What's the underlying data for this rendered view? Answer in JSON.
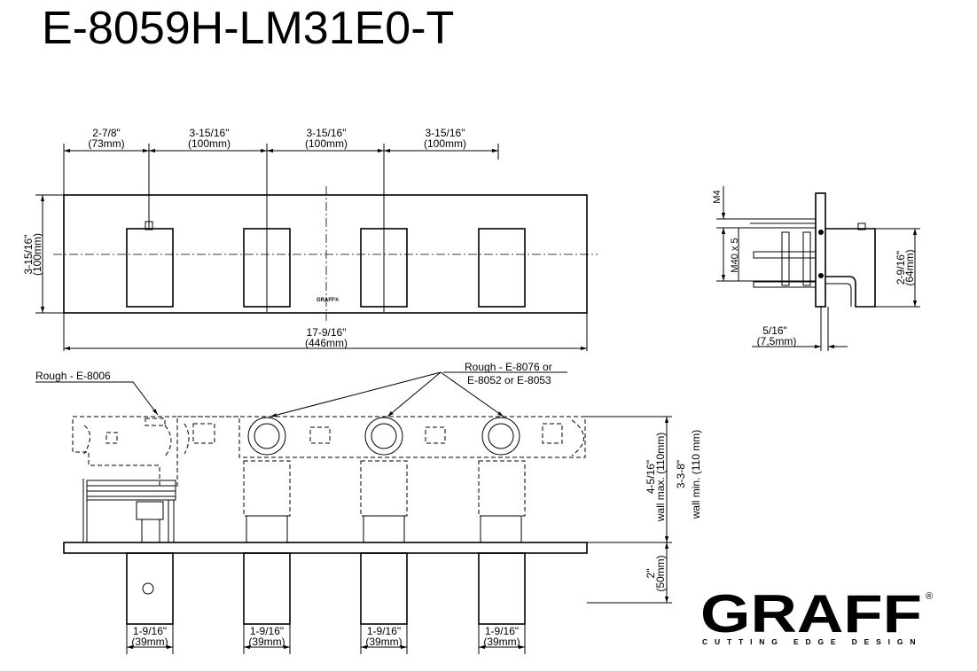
{
  "title": "E-8059H-LM31E0-T",
  "front": {
    "top_dims": [
      {
        "in": "2-7/8\"",
        "mm": "(73mm)"
      },
      {
        "in": "3-15/16\"",
        "mm": "(100mm)"
      },
      {
        "in": "3-15/16\"",
        "mm": "(100mm)"
      },
      {
        "in": "3-15/16\"",
        "mm": "(100mm)"
      }
    ],
    "height_in": "3-15/16\"",
    "height_mm": "(100mm)",
    "width_in": "17-9/16\"",
    "width_mm": "(446mm)",
    "plate_mark": "GRAFF®"
  },
  "side": {
    "m4": "M4",
    "m40": "M40 x 5",
    "depth_in": "2-9/16\"",
    "depth_mm": "(64mm)",
    "offset_in": "5/16\"",
    "offset_mm": "(7,5mm)"
  },
  "rough": {
    "label_left": "Rough - E-8006",
    "label_right_1": "Rough - E-8076 or",
    "label_right_2": "E-8052 or E-8053",
    "wall_max_in": "4-5/16\"",
    "wall_max_mm": "wall max. (110mm)",
    "wall_min_in": "3-3-8\"",
    "wall_min_mm": "wall min. (110 mm)",
    "proj_in": "2\"",
    "proj_mm": "(50mm)",
    "bottom_dims": [
      {
        "in": "1-9/16\"",
        "mm": "(39mm)"
      },
      {
        "in": "1-9/16\"",
        "mm": "(39mm)"
      },
      {
        "in": "1-9/16\"",
        "mm": "(39mm)"
      },
      {
        "in": "1-9/16\"",
        "mm": "(39mm)"
      }
    ]
  },
  "brand": {
    "name": "GRAFF",
    "reg": "®",
    "tagline": "CUTTING EDGE DESIGN"
  }
}
